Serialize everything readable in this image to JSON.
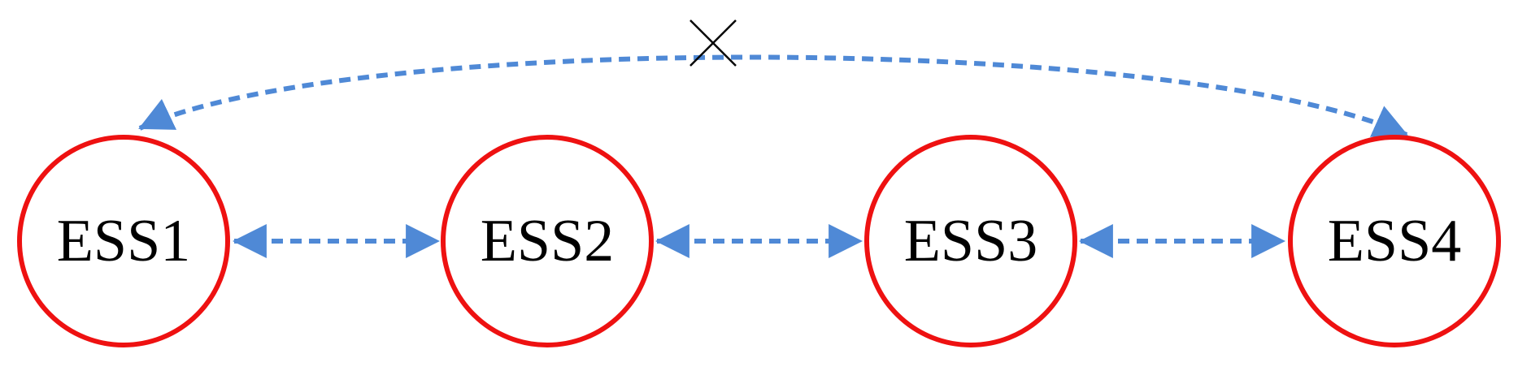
{
  "nodes": [
    {
      "id": "ess1",
      "label": "ESS1"
    },
    {
      "id": "ess2",
      "label": "ESS2"
    },
    {
      "id": "ess3",
      "label": "ESS3"
    },
    {
      "id": "ess4",
      "label": "ESS4"
    }
  ],
  "links": [
    {
      "from": "ess1",
      "to": "ess2",
      "style": "dashed",
      "direction": "both"
    },
    {
      "from": "ess2",
      "to": "ess3",
      "style": "dashed",
      "direction": "both"
    },
    {
      "from": "ess3",
      "to": "ess4",
      "style": "dashed",
      "direction": "both"
    },
    {
      "from": "ess1",
      "to": "ess4",
      "style": "dashed",
      "direction": "both",
      "blocked": true,
      "blocked_mark": "cross-icon"
    }
  ],
  "colors": {
    "node_border": "#ee1111",
    "link": "#4f89d6",
    "label": "#000000",
    "blocked_mark": "#000000"
  }
}
